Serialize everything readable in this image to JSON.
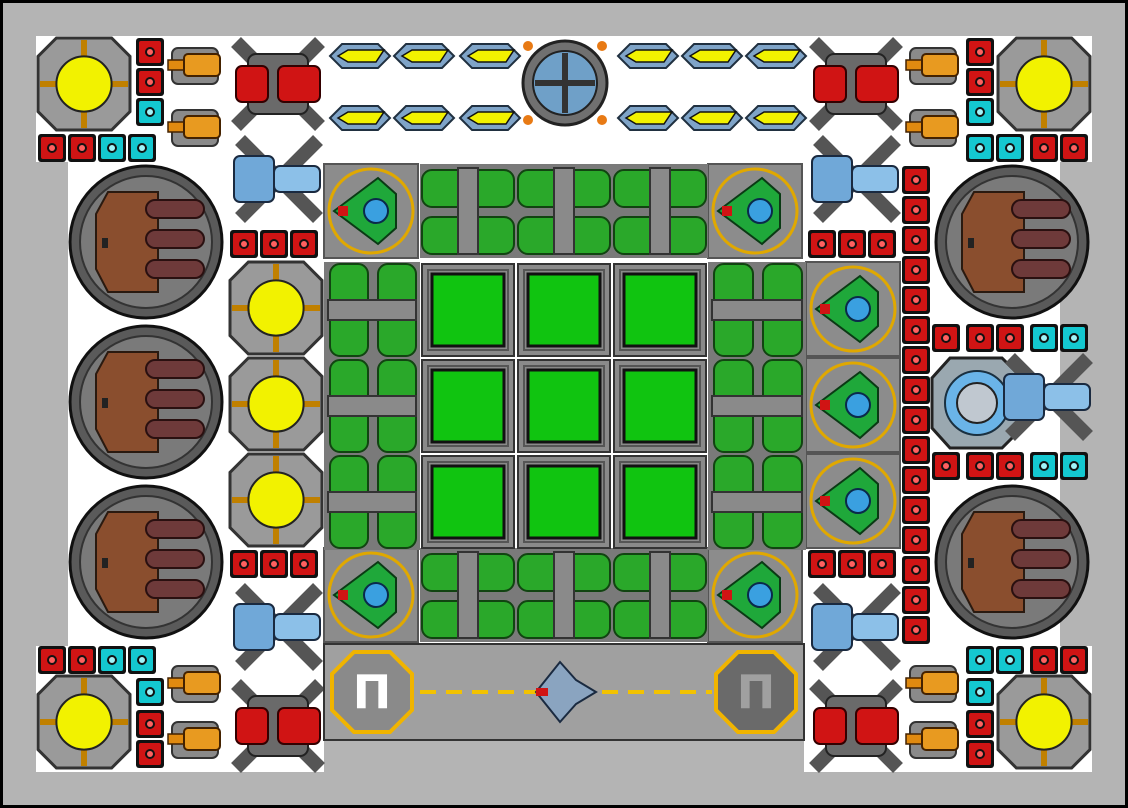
{
  "scene": {
    "type": "station-builder-grid",
    "colors": {
      "background": "#b4b4b4",
      "interior": "#ffffff",
      "tile": "#8a8a8a",
      "green": "#10c410",
      "yellow": "#f2f200",
      "red": "#d01414",
      "cyan": "#14c8d0",
      "runway_line": "#f2c200"
    },
    "modules": {
      "reactors": 7,
      "green_storage": 9,
      "heavy_turrets": 5,
      "docking_pads": 2,
      "runway_ship": 1
    },
    "landing_pad_glyph": "Π"
  }
}
